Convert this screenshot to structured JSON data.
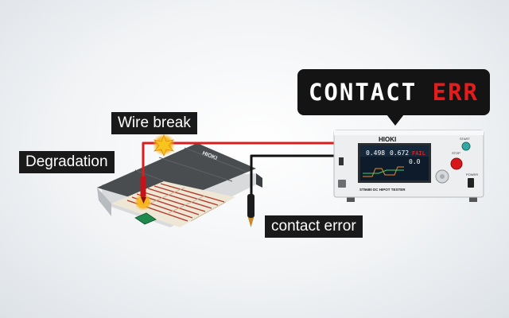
{
  "callout": {
    "prefix": "CONTACT ",
    "error_word": "ERR"
  },
  "labels": {
    "wire_break": "Wire break",
    "degradation": "Degradation",
    "contact_error": "contact error"
  },
  "battery": {
    "brand": "HIOKI"
  },
  "tester": {
    "brand": "HIOKI",
    "model": "ST5680 DC HIPOT TESTER",
    "screen": {
      "value_1": "0.498",
      "value_2": "0.672",
      "status": "FAIL",
      "value_3": "0.0"
    },
    "buttons": {
      "start": "START",
      "stop": "STOP",
      "power": "POWER"
    }
  },
  "colors": {
    "alert_red": "#e41c1c",
    "wire_red": "#d81e1e",
    "wire_black": "#111111",
    "spark": "#f6b21a",
    "label_bg": "#1a1a1a"
  }
}
